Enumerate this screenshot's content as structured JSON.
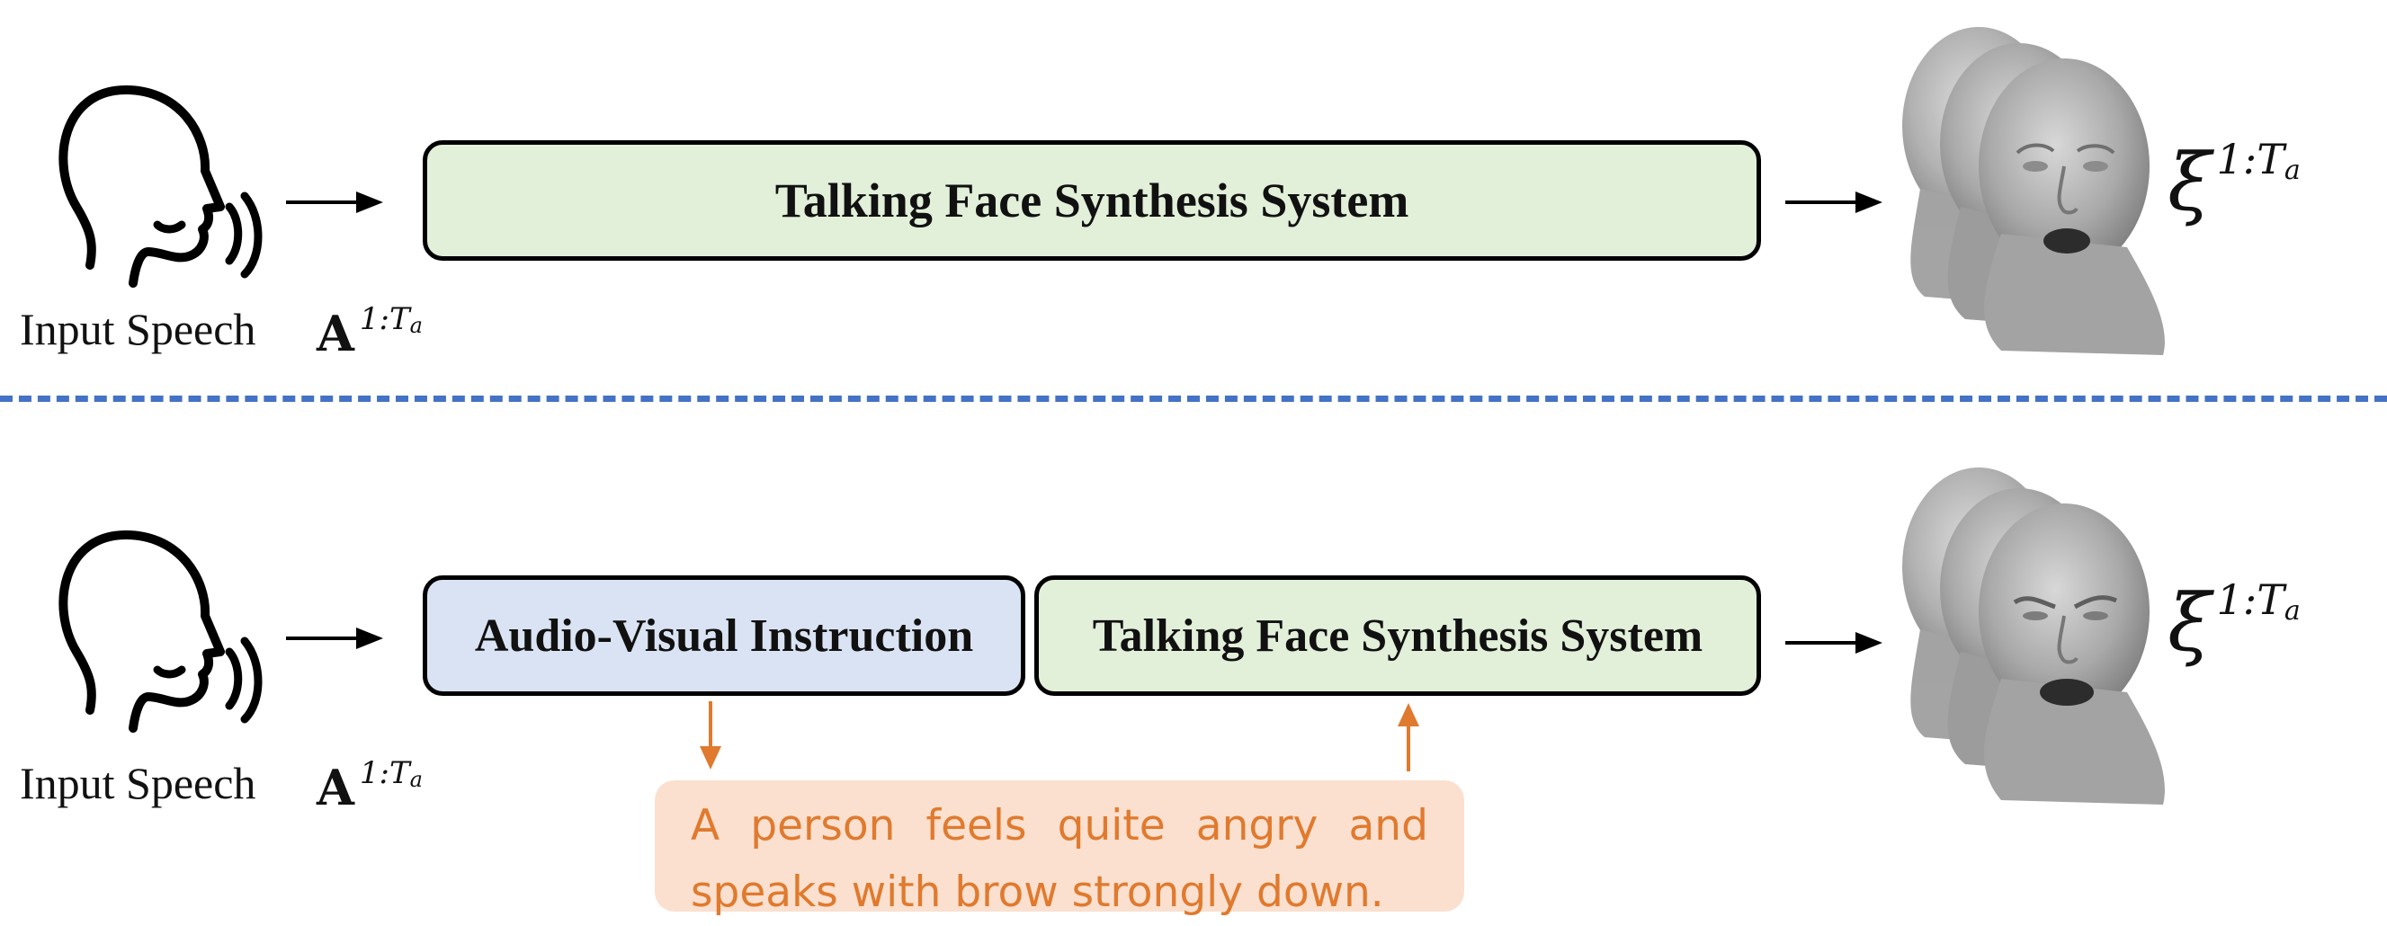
{
  "colors": {
    "system_box_fill": "#e2efd9",
    "instruction_box_fill": "#dae3f3",
    "divider": "#4472c4",
    "annotation_text": "#e07a2e",
    "annotation_fill": "#fbe0cf",
    "arrow_orange": "#e07a2e"
  },
  "top_row": {
    "speaker_icon": "speaking-head-icon",
    "input_label": "Input Speech",
    "input_symbol": "A",
    "input_superscript": "1:T",
    "input_subscript": "a",
    "system_label": "Talking Face Synthesis System",
    "output_icon": "3d-face-stack-neutral",
    "output_symbol": "ξ",
    "output_superscript": "1:T",
    "output_subscript": "a"
  },
  "bottom_row": {
    "speaker_icon": "speaking-head-icon",
    "input_label": "Input Speech",
    "input_symbol": "A",
    "input_superscript": "1:T",
    "input_subscript": "a",
    "instruction_label": "Audio-Visual Instruction",
    "system_label": "Talking Face Synthesis System",
    "annotation_line1": [
      "A",
      "person",
      "feels",
      "quite",
      "angry",
      "and"
    ],
    "annotation_line2": "speaks with brow strongly down.",
    "output_icon": "3d-face-stack-angry",
    "output_symbol": "ξ",
    "output_superscript": "1:T",
    "output_subscript": "a"
  }
}
